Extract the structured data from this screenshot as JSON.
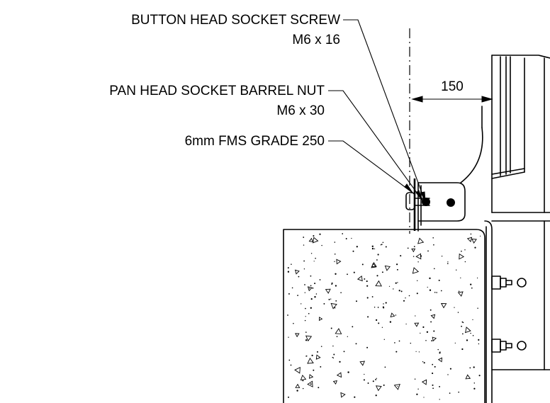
{
  "annotations": [
    {
      "id": "screw",
      "line1": "BUTTON HEAD SOCKET SCREW",
      "line2": "M6 x 16"
    },
    {
      "id": "nut",
      "line1": "PAN HEAD SOCKET BARREL NUT",
      "line2": "M6 x 30"
    },
    {
      "id": "plate",
      "line1": "6mm FMS GRADE 250",
      "line2": ""
    }
  ],
  "dimension": {
    "value": "150"
  },
  "colors": {
    "line": "#000000",
    "background": "#ffffff"
  }
}
